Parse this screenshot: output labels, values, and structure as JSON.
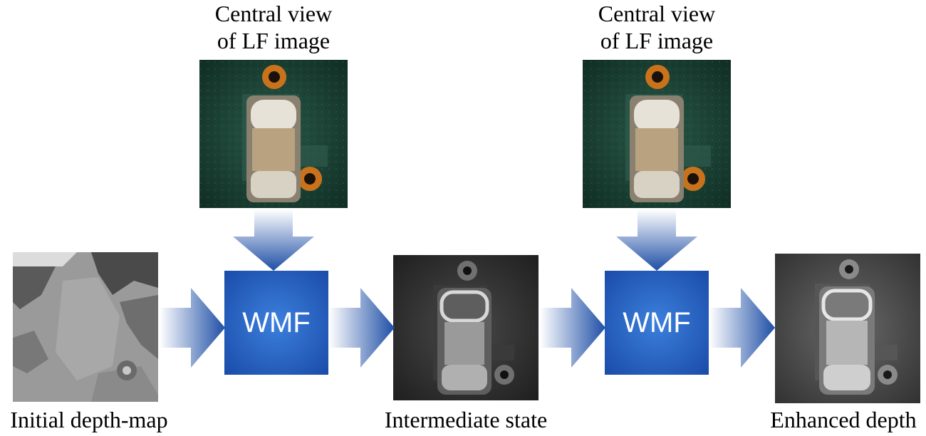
{
  "top_captions": [
    {
      "line1": "Central view",
      "line2": "of LF image"
    },
    {
      "line1": "Central view",
      "line2": "of LF image"
    }
  ],
  "filters": [
    {
      "label": "WMF"
    },
    {
      "label": "WMF"
    }
  ],
  "bottom_labels": {
    "initial": "Initial depth-map",
    "intermediate": "Intermediate state",
    "enhanced": "Enhanced depth"
  },
  "colors": {
    "wmf_box_center": "#2f6fce",
    "wmf_box_edge": "#1a4ca8",
    "arrow_dark": "#2150a8",
    "arrow_light": "#ffffff",
    "pcb_green": "#1f4a3a",
    "copper_ring": "#c8731c",
    "component_body": "#b9a27f"
  }
}
